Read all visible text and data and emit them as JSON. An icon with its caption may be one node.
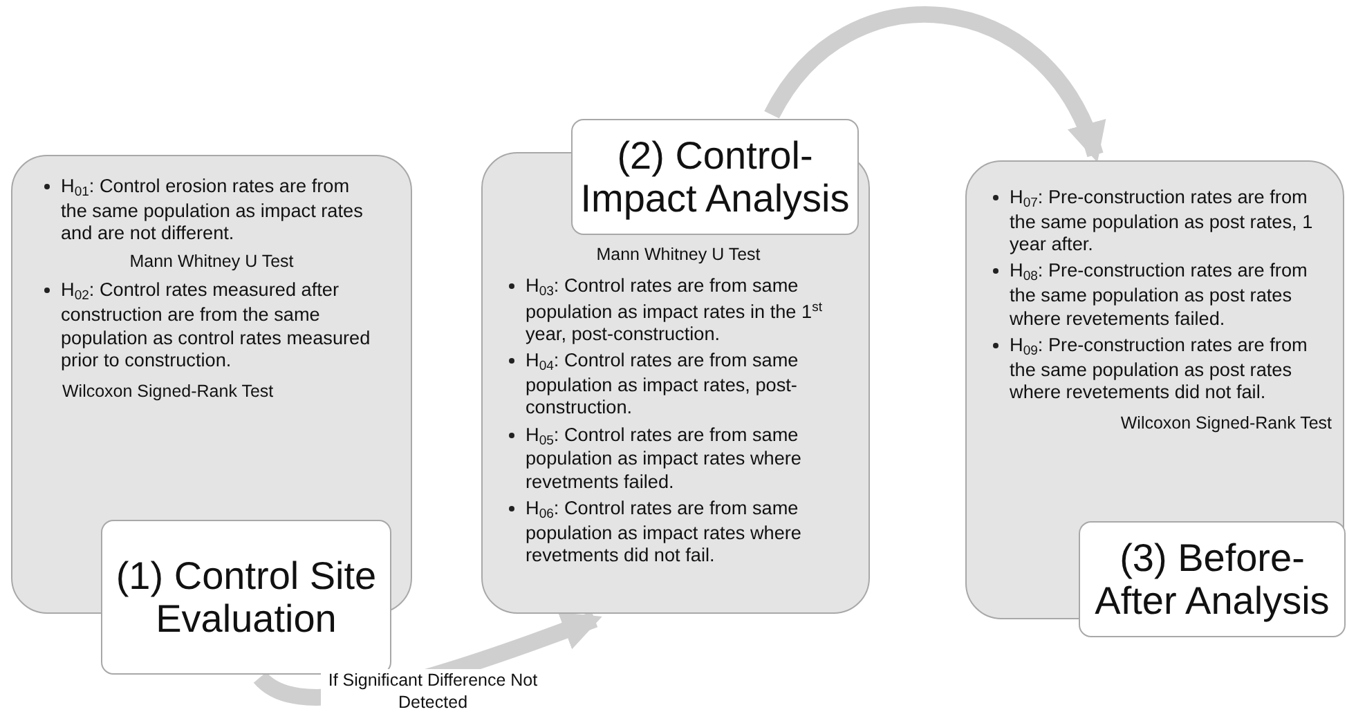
{
  "diagram": {
    "nodes": [
      {
        "text": [
          "H$_{01}$: Control erosion rates are from the same population as impact rates and are not different.",
          "Mann Whitney U Test",
          "H$_{02}$: Control rates measured after construction are from the same population as control rates measured prior to construction.",
          "Wilcoxon Signed-Rank Test",
          "(1) Control Site Evaluation"
        ]
      },
      {
        "text": [
          "(2) Control-Impact Analysis",
          "Mann Whitney U Test",
          "H$_{03}$: Control rates are from same population as impact rates in the 1$^{st}$ year, post-construction.",
          "H$_{04}$: Control rates are from same population as impact rates, post-construction.",
          "H$_{05}$: Control rates are from same population as impact rates where revetments failed.",
          "H$_{06}$: Control rates are from same population as impact rates where revetments did not fail."
        ]
      },
      {
        "text": [
          "H$_{07}$: Pre-construction rates are from the same population as post rates, 1 year after.",
          "H$_{08}$: Pre-construction rates are from the same population as post rates where revetements failed.",
          "H$_{09}$: Pre-construction rates are from the same population as post rates where revetements did not fail.",
          "Wilcoxon Signed-Rank Test",
          "(3) Before-After Analysis"
        ]
      }
    ],
    "edges": [
      {
        "from": 0,
        "to": 1,
        "arrow": "to",
        "label": "If Significant Difference Not Detected"
      },
      {
        "from": 1,
        "to": 2,
        "arrow": "to"
      }
    ]
  }
}
